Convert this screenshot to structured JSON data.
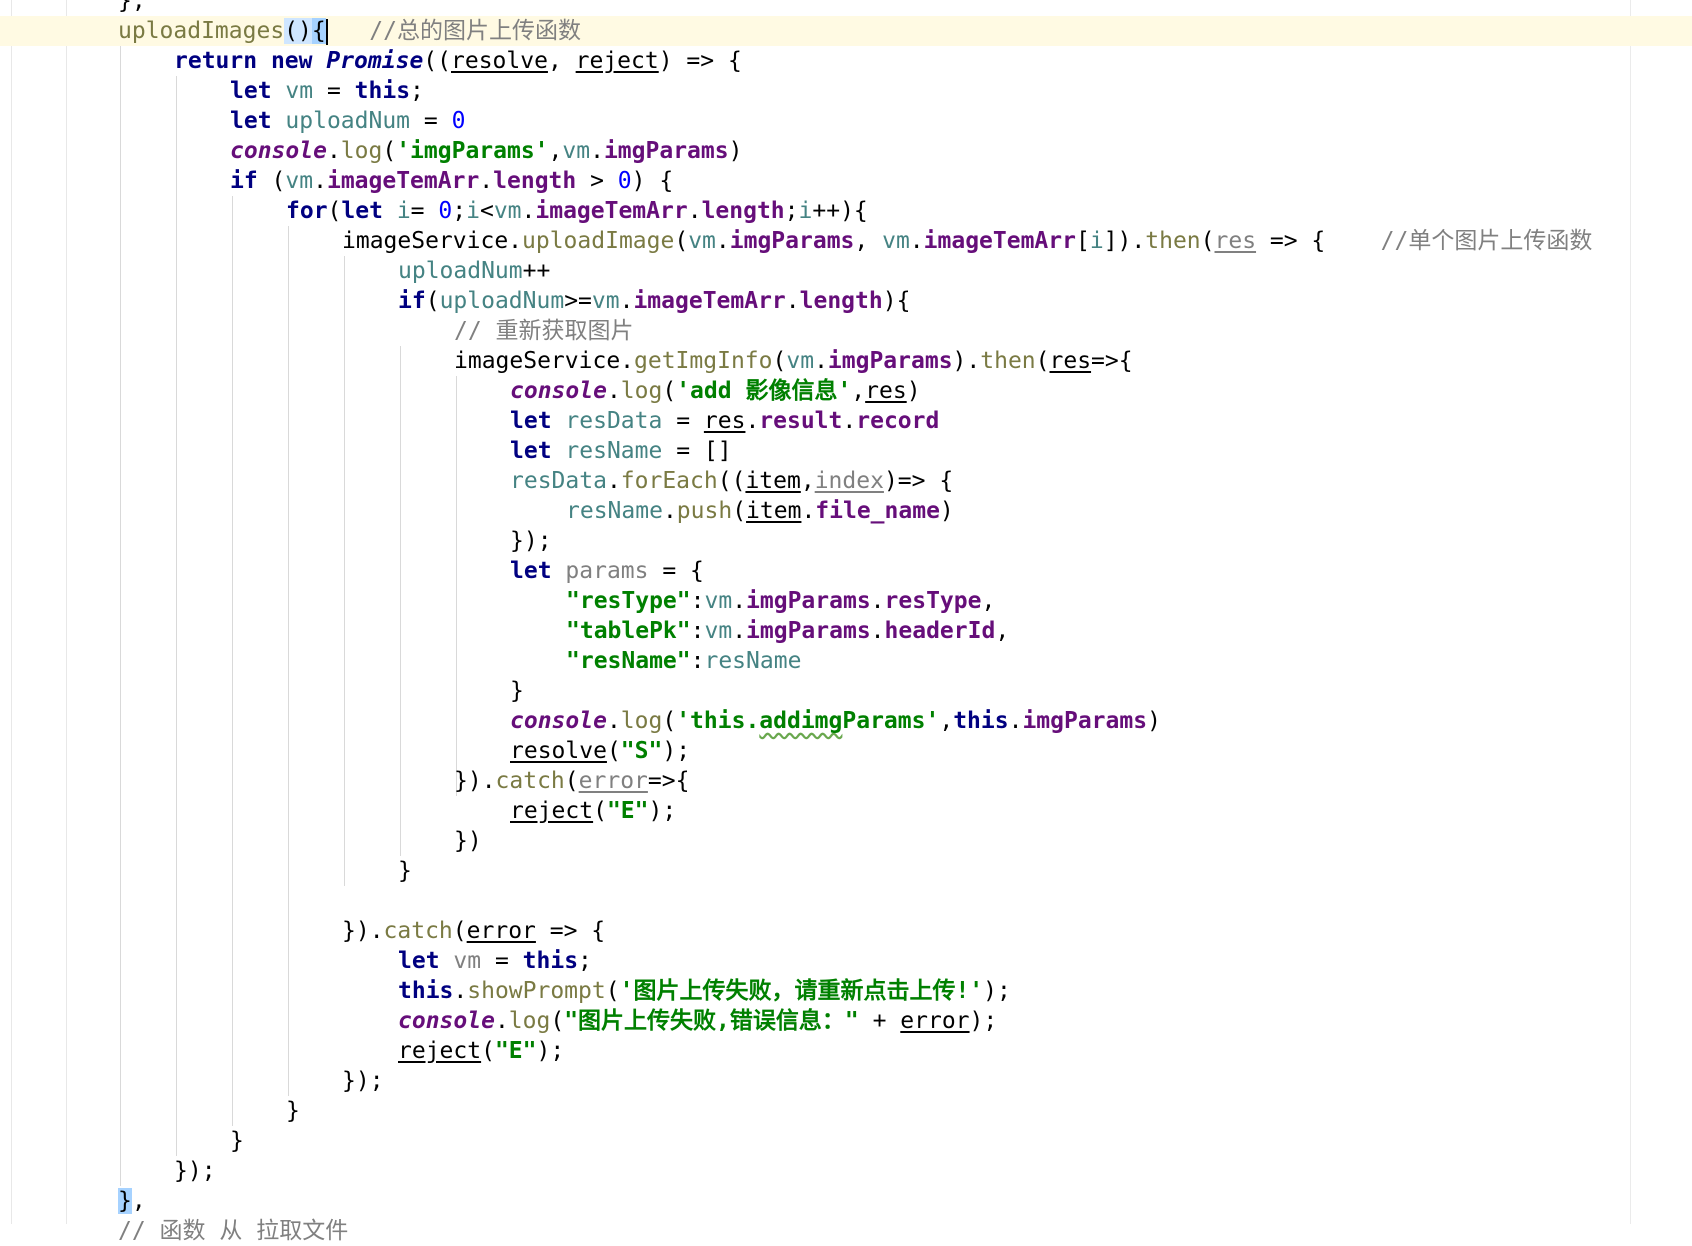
{
  "editor": {
    "colors": {
      "background": "#ffffff",
      "caret_row": "#fffae3",
      "keyword": "#000080",
      "string": "#008000",
      "number": "#0000ff",
      "comment": "#808080",
      "property": "#660e7a",
      "local_var": "#458383",
      "method": "#7a7a43"
    },
    "lines": [
      [
        {
          "t": "},",
          "c": ""
        }
      ],
      [
        {
          "t": "uploadImages",
          "c": "fn"
        },
        {
          "t": "()",
          "c": "hl"
        },
        {
          "t": "{",
          "c": "hl2"
        },
        {
          "t": "",
          "c": "caret"
        },
        {
          "t": "   //总的图片上传函数",
          "c": "cm"
        }
      ],
      [
        {
          "t": "return",
          "c": "kw"
        },
        {
          "t": " ",
          "c": ""
        },
        {
          "t": "new",
          "c": "kw"
        },
        {
          "t": " ",
          "c": ""
        },
        {
          "t": "Promise",
          "c": "cls"
        },
        {
          "t": "((",
          "c": ""
        },
        {
          "t": "resolve",
          "c": "prm"
        },
        {
          "t": ", ",
          "c": ""
        },
        {
          "t": "reject",
          "c": "prm"
        },
        {
          "t": ") => {",
          "c": ""
        }
      ],
      [
        {
          "t": "let",
          "c": "kw"
        },
        {
          "t": " ",
          "c": ""
        },
        {
          "t": "vm",
          "c": "var"
        },
        {
          "t": " = ",
          "c": ""
        },
        {
          "t": "this",
          "c": "kw"
        },
        {
          "t": ";",
          "c": ""
        }
      ],
      [
        {
          "t": "let",
          "c": "kw"
        },
        {
          "t": " ",
          "c": ""
        },
        {
          "t": "uploadNum",
          "c": "var"
        },
        {
          "t": " = ",
          "c": ""
        },
        {
          "t": "0",
          "c": "num"
        }
      ],
      [
        {
          "t": "console",
          "c": "gl"
        },
        {
          "t": ".",
          "c": ""
        },
        {
          "t": "log",
          "c": "fn"
        },
        {
          "t": "(",
          "c": ""
        },
        {
          "t": "'imgParams'",
          "c": "str"
        },
        {
          "t": ",",
          "c": ""
        },
        {
          "t": "vm",
          "c": "var"
        },
        {
          "t": ".",
          "c": ""
        },
        {
          "t": "imgParams",
          "c": "prop"
        },
        {
          "t": ")",
          "c": ""
        }
      ],
      [
        {
          "t": "if",
          "c": "kw"
        },
        {
          "t": " (",
          "c": ""
        },
        {
          "t": "vm",
          "c": "var"
        },
        {
          "t": ".",
          "c": ""
        },
        {
          "t": "imageTemArr",
          "c": "prop"
        },
        {
          "t": ".",
          "c": ""
        },
        {
          "t": "length",
          "c": "prop"
        },
        {
          "t": " > ",
          "c": ""
        },
        {
          "t": "0",
          "c": "num"
        },
        {
          "t": ") {",
          "c": ""
        }
      ],
      [
        {
          "t": "for",
          "c": "kw"
        },
        {
          "t": "(",
          "c": ""
        },
        {
          "t": "let",
          "c": "kw"
        },
        {
          "t": " ",
          "c": ""
        },
        {
          "t": "i",
          "c": "var"
        },
        {
          "t": "= ",
          "c": ""
        },
        {
          "t": "0",
          "c": "num"
        },
        {
          "t": ";",
          "c": ""
        },
        {
          "t": "i",
          "c": "var"
        },
        {
          "t": "<",
          "c": ""
        },
        {
          "t": "vm",
          "c": "var"
        },
        {
          "t": ".",
          "c": ""
        },
        {
          "t": "imageTemArr",
          "c": "prop"
        },
        {
          "t": ".",
          "c": ""
        },
        {
          "t": "length",
          "c": "prop"
        },
        {
          "t": ";",
          "c": ""
        },
        {
          "t": "i",
          "c": "var"
        },
        {
          "t": "++){",
          "c": ""
        }
      ],
      [
        {
          "t": "imageService.",
          "c": ""
        },
        {
          "t": "uploadImage",
          "c": "fn"
        },
        {
          "t": "(",
          "c": ""
        },
        {
          "t": "vm",
          "c": "var"
        },
        {
          "t": ".",
          "c": ""
        },
        {
          "t": "imgParams",
          "c": "prop"
        },
        {
          "t": ", ",
          "c": ""
        },
        {
          "t": "vm",
          "c": "var"
        },
        {
          "t": ".",
          "c": ""
        },
        {
          "t": "imageTemArr",
          "c": "prop"
        },
        {
          "t": "[",
          "c": ""
        },
        {
          "t": "i",
          "c": "var"
        },
        {
          "t": "]).",
          "c": ""
        },
        {
          "t": "then",
          "c": "fn"
        },
        {
          "t": "(",
          "c": ""
        },
        {
          "t": "res",
          "c": "unused"
        },
        {
          "t": " => {    ",
          "c": ""
        },
        {
          "t": "//单个图片上传函数",
          "c": "cm"
        }
      ],
      [
        {
          "t": "uploadNum",
          "c": "var"
        },
        {
          "t": "++",
          "c": ""
        }
      ],
      [
        {
          "t": "if",
          "c": "kw"
        },
        {
          "t": "(",
          "c": ""
        },
        {
          "t": "uploadNum",
          "c": "var"
        },
        {
          "t": ">=",
          "c": ""
        },
        {
          "t": "vm",
          "c": "var"
        },
        {
          "t": ".",
          "c": ""
        },
        {
          "t": "imageTemArr",
          "c": "prop"
        },
        {
          "t": ".",
          "c": ""
        },
        {
          "t": "length",
          "c": "prop"
        },
        {
          "t": "){",
          "c": ""
        }
      ],
      [
        {
          "t": "// 重新获取图片",
          "c": "cm"
        }
      ],
      [
        {
          "t": "imageService.",
          "c": ""
        },
        {
          "t": "getImgInfo",
          "c": "fn"
        },
        {
          "t": "(",
          "c": ""
        },
        {
          "t": "vm",
          "c": "var"
        },
        {
          "t": ".",
          "c": ""
        },
        {
          "t": "imgParams",
          "c": "prop"
        },
        {
          "t": ").",
          "c": ""
        },
        {
          "t": "then",
          "c": "fn"
        },
        {
          "t": "(",
          "c": ""
        },
        {
          "t": "res",
          "c": "prm"
        },
        {
          "t": "=>{",
          "c": ""
        }
      ],
      [
        {
          "t": "console",
          "c": "gl"
        },
        {
          "t": ".",
          "c": ""
        },
        {
          "t": "log",
          "c": "fn"
        },
        {
          "t": "(",
          "c": ""
        },
        {
          "t": "'add 影像信息'",
          "c": "str"
        },
        {
          "t": ",",
          "c": ""
        },
        {
          "t": "res",
          "c": "prm"
        },
        {
          "t": ")",
          "c": ""
        }
      ],
      [
        {
          "t": "let",
          "c": "kw"
        },
        {
          "t": " ",
          "c": ""
        },
        {
          "t": "resData",
          "c": "var"
        },
        {
          "t": " = ",
          "c": ""
        },
        {
          "t": "res",
          "c": "prm"
        },
        {
          "t": ".",
          "c": ""
        },
        {
          "t": "result",
          "c": "prop"
        },
        {
          "t": ".",
          "c": ""
        },
        {
          "t": "record",
          "c": "prop"
        }
      ],
      [
        {
          "t": "let",
          "c": "kw"
        },
        {
          "t": " ",
          "c": ""
        },
        {
          "t": "resName",
          "c": "var"
        },
        {
          "t": " = []",
          "c": ""
        }
      ],
      [
        {
          "t": "resData",
          "c": "var"
        },
        {
          "t": ".",
          "c": ""
        },
        {
          "t": "forEach",
          "c": "fn"
        },
        {
          "t": "((",
          "c": ""
        },
        {
          "t": "item",
          "c": "prm"
        },
        {
          "t": ",",
          "c": ""
        },
        {
          "t": "index",
          "c": "unused"
        },
        {
          "t": ")=> {",
          "c": ""
        }
      ],
      [
        {
          "t": "resName",
          "c": "var"
        },
        {
          "t": ".",
          "c": ""
        },
        {
          "t": "push",
          "c": "fn"
        },
        {
          "t": "(",
          "c": ""
        },
        {
          "t": "item",
          "c": "prm"
        },
        {
          "t": ".",
          "c": ""
        },
        {
          "t": "file_name",
          "c": "prop"
        },
        {
          "t": ")",
          "c": ""
        }
      ],
      [
        {
          "t": "});",
          "c": ""
        }
      ],
      [
        {
          "t": "let",
          "c": "kw"
        },
        {
          "t": " ",
          "c": ""
        },
        {
          "t": "params",
          "c": "cm"
        },
        {
          "t": " = {",
          "c": ""
        }
      ],
      [
        {
          "t": "\"resType\"",
          "c": "str"
        },
        {
          "t": ":",
          "c": ""
        },
        {
          "t": "vm",
          "c": "var"
        },
        {
          "t": ".",
          "c": ""
        },
        {
          "t": "imgParams",
          "c": "prop"
        },
        {
          "t": ".",
          "c": ""
        },
        {
          "t": "resType",
          "c": "prop"
        },
        {
          "t": ",",
          "c": ""
        }
      ],
      [
        {
          "t": "\"tablePk\"",
          "c": "str"
        },
        {
          "t": ":",
          "c": ""
        },
        {
          "t": "vm",
          "c": "var"
        },
        {
          "t": ".",
          "c": ""
        },
        {
          "t": "imgParams",
          "c": "prop"
        },
        {
          "t": ".",
          "c": ""
        },
        {
          "t": "headerId",
          "c": "prop"
        },
        {
          "t": ",",
          "c": ""
        }
      ],
      [
        {
          "t": "\"resName\"",
          "c": "str"
        },
        {
          "t": ":",
          "c": ""
        },
        {
          "t": "resName",
          "c": "var"
        }
      ],
      [
        {
          "t": "}",
          "c": ""
        }
      ],
      [
        {
          "t": "console",
          "c": "gl"
        },
        {
          "t": ".",
          "c": ""
        },
        {
          "t": "log",
          "c": "fn"
        },
        {
          "t": "(",
          "c": ""
        },
        {
          "t": "'this.",
          "c": "str"
        },
        {
          "t": "addimg",
          "c": "str typo"
        },
        {
          "t": "Params'",
          "c": "str"
        },
        {
          "t": ",",
          "c": ""
        },
        {
          "t": "this",
          "c": "kw"
        },
        {
          "t": ".",
          "c": ""
        },
        {
          "t": "imgParams",
          "c": "prop"
        },
        {
          "t": ")",
          "c": ""
        }
      ],
      [
        {
          "t": "resolve",
          "c": "prm"
        },
        {
          "t": "(",
          "c": ""
        },
        {
          "t": "\"S\"",
          "c": "str"
        },
        {
          "t": ");",
          "c": ""
        }
      ],
      [
        {
          "t": "}).",
          "c": ""
        },
        {
          "t": "catch",
          "c": "fn"
        },
        {
          "t": "(",
          "c": ""
        },
        {
          "t": "error",
          "c": "unused"
        },
        {
          "t": "=>{",
          "c": ""
        }
      ],
      [
        {
          "t": "reject",
          "c": "prm"
        },
        {
          "t": "(",
          "c": ""
        },
        {
          "t": "\"E\"",
          "c": "str"
        },
        {
          "t": ");",
          "c": ""
        }
      ],
      [
        {
          "t": "})",
          "c": ""
        }
      ],
      [
        {
          "t": "}",
          "c": ""
        }
      ],
      [],
      [
        {
          "t": "}).",
          "c": ""
        },
        {
          "t": "catch",
          "c": "fn"
        },
        {
          "t": "(",
          "c": ""
        },
        {
          "t": "error",
          "c": "prm"
        },
        {
          "t": " => {",
          "c": ""
        }
      ],
      [
        {
          "t": "let",
          "c": "kw"
        },
        {
          "t": " ",
          "c": ""
        },
        {
          "t": "vm",
          "c": "cm"
        },
        {
          "t": " = ",
          "c": ""
        },
        {
          "t": "this",
          "c": "kw"
        },
        {
          "t": ";",
          "c": ""
        }
      ],
      [
        {
          "t": "this",
          "c": "kw"
        },
        {
          "t": ".",
          "c": ""
        },
        {
          "t": "showPrompt",
          "c": "fn"
        },
        {
          "t": "(",
          "c": ""
        },
        {
          "t": "'图片上传失败，请重新点击上传!'",
          "c": "str"
        },
        {
          "t": ");",
          "c": ""
        }
      ],
      [
        {
          "t": "console",
          "c": "gl"
        },
        {
          "t": ".",
          "c": ""
        },
        {
          "t": "log",
          "c": "fn"
        },
        {
          "t": "(",
          "c": ""
        },
        {
          "t": "\"图片上传失败,错误信息：\"",
          "c": "str"
        },
        {
          "t": " + ",
          "c": ""
        },
        {
          "t": "error",
          "c": "prm"
        },
        {
          "t": ");",
          "c": ""
        }
      ],
      [
        {
          "t": "reject",
          "c": "prm"
        },
        {
          "t": "(",
          "c": ""
        },
        {
          "t": "\"E\"",
          "c": "str"
        },
        {
          "t": ");",
          "c": ""
        }
      ],
      [
        {
          "t": "});",
          "c": ""
        }
      ],
      [
        {
          "t": "}",
          "c": ""
        }
      ],
      [
        {
          "t": "}",
          "c": ""
        }
      ],
      [
        {
          "t": "});",
          "c": ""
        }
      ],
      [
        {
          "t": "}",
          "c": "hl2"
        },
        {
          "t": ",",
          "c": ""
        }
      ],
      [
        {
          "t": "// 函数 从 拉取文件",
          "c": "cm"
        }
      ]
    ]
  }
}
